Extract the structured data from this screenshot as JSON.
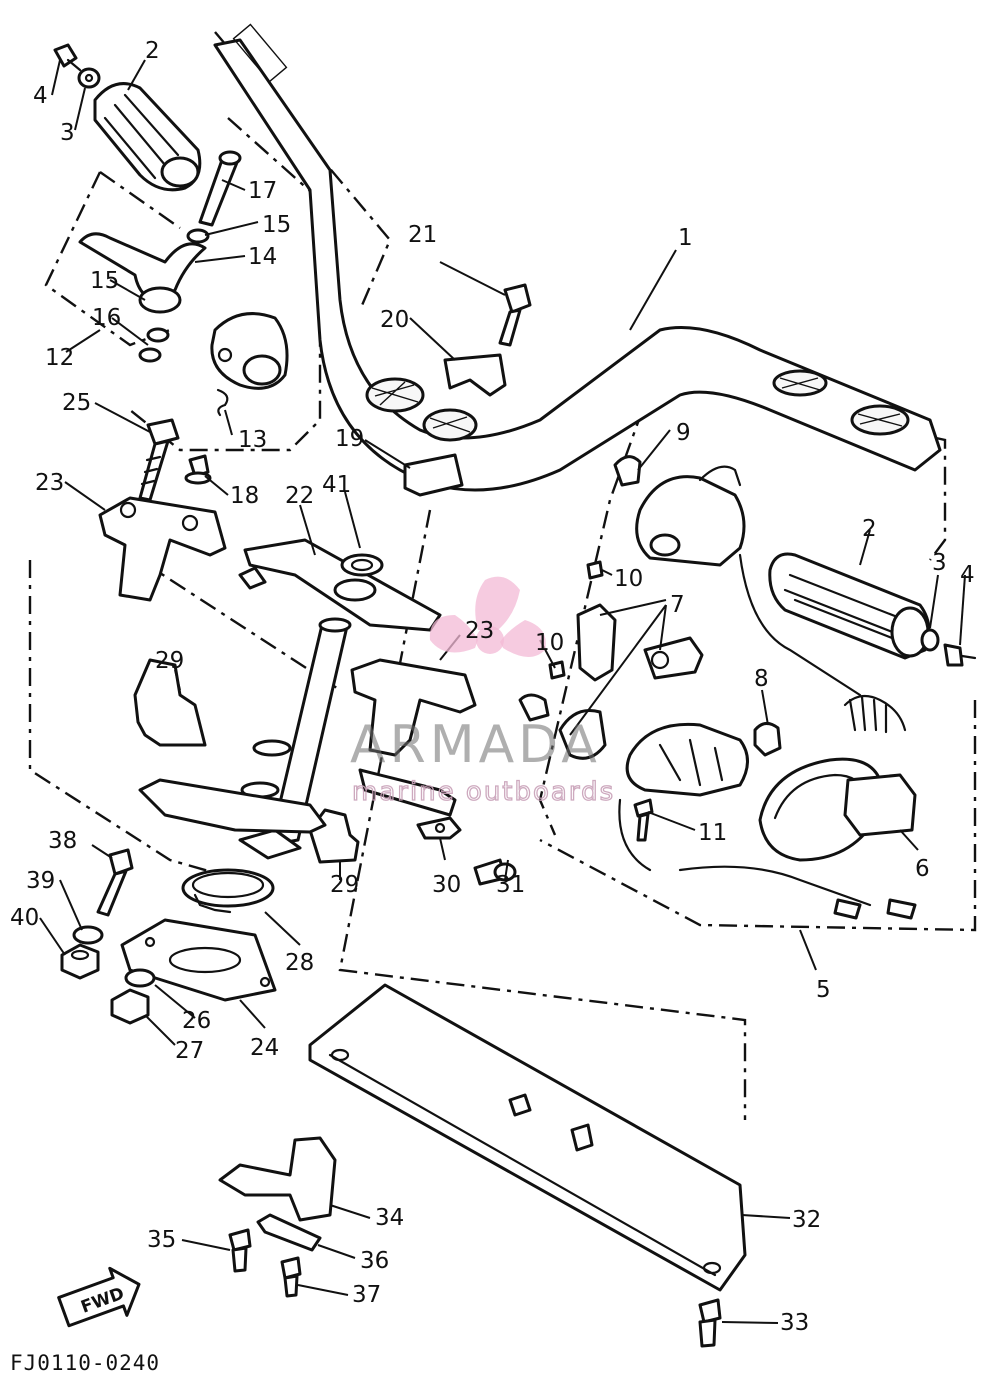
{
  "diagram": {
    "drawing_code": "FJ0110-0240",
    "direction_label": "FWD",
    "callouts": [
      "1",
      "2",
      "3",
      "4",
      "5",
      "6",
      "7",
      "8",
      "9",
      "10",
      "11",
      "12",
      "13",
      "14",
      "15",
      "16",
      "17",
      "18",
      "19",
      "20",
      "21",
      "22",
      "23",
      "24",
      "25",
      "26",
      "27",
      "28",
      "29",
      "30",
      "31",
      "32",
      "33",
      "34",
      "35",
      "36",
      "37",
      "38",
      "39",
      "40",
      "41"
    ]
  },
  "watermark": {
    "brand": "ARMADA",
    "tagline": "marine outboards",
    "logo_color": "#f3b9d6"
  }
}
